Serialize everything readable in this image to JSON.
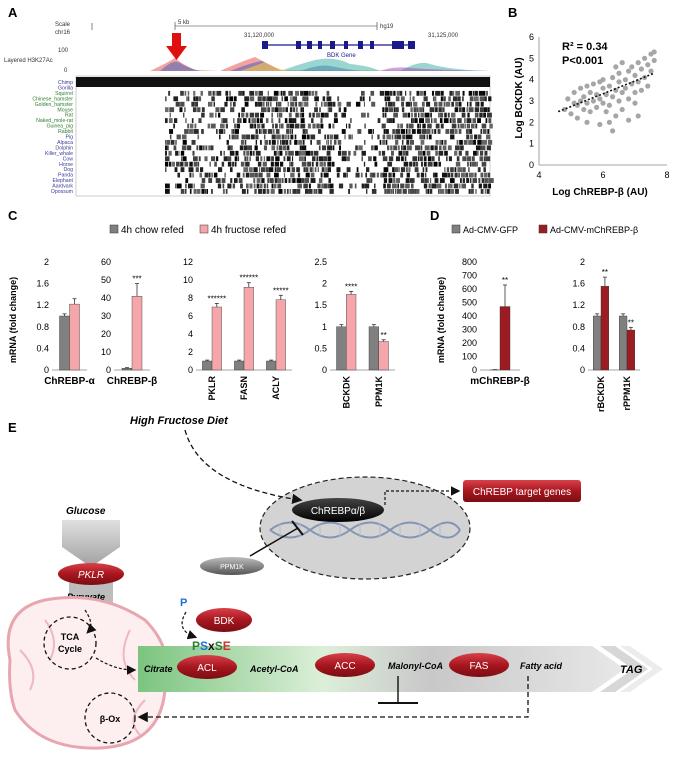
{
  "panel_labels": {
    "a": "A",
    "b": "B",
    "c": "C",
    "d": "D",
    "e": "E"
  },
  "panel_a": {
    "scale_label": "Scale",
    "chrom_label": "chr16",
    "scale_bar": "5 kb",
    "assembly": "hg19",
    "coord1": "31,120,000",
    "coord2": "31,125,000",
    "gene": "BDK Gene",
    "layered_label": "Layered H3K27Ac",
    "y_top": "100",
    "y_zero": "0",
    "species": [
      "Chimp",
      "Gorilla",
      "Squirrel",
      "Chinese_hamster",
      "Golden_hamster",
      "Mouse",
      "Rat",
      "Naked_mole-rat",
      "Guinea_pig",
      "Rabbit",
      "Pig",
      "Alpaca",
      "Dolphin",
      "Killer_whale",
      "Cow",
      "Horse",
      "Dog",
      "Panda",
      "Elephant",
      "Aardvark",
      "Opossum"
    ],
    "species_colors": [
      "#3a3a9a",
      "#3a3a9a",
      "#2e7d32",
      "#2e7d32",
      "#2e7d32",
      "#2e7d32",
      "#2e7d32",
      "#2e7d32",
      "#2e7d32",
      "#2e7d32",
      "#3a3a9a",
      "#3a3a9a",
      "#3a3a9a",
      "#3a3a9a",
      "#3a3a9a",
      "#3a3a9a",
      "#3a3a9a",
      "#3a3a9a",
      "#3a3a9a",
      "#3a3a9a",
      "#3a3a9a"
    ]
  },
  "chart_data": [
    {
      "id": "b",
      "type": "scatter",
      "annotation_r2": "R² = 0.34",
      "annotation_p": "P<0.001",
      "xlabel": "Log ChREBP-β (AU)",
      "ylabel": "Log BCKDK (AU)",
      "xlim": [
        4,
        8
      ],
      "ylim": [
        0,
        6
      ],
      "xticks": [
        "4",
        "6",
        "8"
      ],
      "yticks": [
        "0",
        "1",
        "2",
        "3",
        "4",
        "5",
        "6"
      ],
      "trend": [
        [
          4.6,
          2.5
        ],
        [
          7.6,
          4.3
        ]
      ],
      "points": [
        [
          4.8,
          2.6
        ],
        [
          4.9,
          3.1
        ],
        [
          5.0,
          2.4
        ],
        [
          5.1,
          2.9
        ],
        [
          5.1,
          3.4
        ],
        [
          5.2,
          2.2
        ],
        [
          5.2,
          2.8
        ],
        [
          5.3,
          3.0
        ],
        [
          5.3,
          3.6
        ],
        [
          5.4,
          2.6
        ],
        [
          5.4,
          3.2
        ],
        [
          5.5,
          2.0
        ],
        [
          5.5,
          2.9
        ],
        [
          5.6,
          3.4
        ],
        [
          5.6,
          2.5
        ],
        [
          5.7,
          3.0
        ],
        [
          5.7,
          3.8
        ],
        [
          5.8,
          2.7
        ],
        [
          5.8,
          3.3
        ],
        [
          5.9,
          1.9
        ],
        [
          5.9,
          3.1
        ],
        [
          6.0,
          2.9
        ],
        [
          6.0,
          3.6
        ],
        [
          6.0,
          4.0
        ],
        [
          6.1,
          2.5
        ],
        [
          6.1,
          3.3
        ],
        [
          6.2,
          3.7
        ],
        [
          6.2,
          2.8
        ],
        [
          6.3,
          4.1
        ],
        [
          6.3,
          3.2
        ],
        [
          6.3,
          1.6
        ],
        [
          6.4,
          3.5
        ],
        [
          6.4,
          2.3
        ],
        [
          6.5,
          3.9
        ],
        [
          6.5,
          3.0
        ],
        [
          6.5,
          4.3
        ],
        [
          6.6,
          3.4
        ],
        [
          6.6,
          2.6
        ],
        [
          6.7,
          4.0
        ],
        [
          6.7,
          3.6
        ],
        [
          6.8,
          4.4
        ],
        [
          6.8,
          3.1
        ],
        [
          6.8,
          2.1
        ],
        [
          6.9,
          3.8
        ],
        [
          6.9,
          4.6
        ],
        [
          7.0,
          3.4
        ],
        [
          7.0,
          4.2
        ],
        [
          7.0,
          2.9
        ],
        [
          7.1,
          4.8
        ],
        [
          7.1,
          3.9
        ],
        [
          7.2,
          4.5
        ],
        [
          7.2,
          3.5
        ],
        [
          7.3,
          5.0
        ],
        [
          7.3,
          4.1
        ],
        [
          7.4,
          4.7
        ],
        [
          7.4,
          3.7
        ],
        [
          7.5,
          5.2
        ],
        [
          7.5,
          4.4
        ],
        [
          7.6,
          4.9
        ],
        [
          7.6,
          5.3
        ],
        [
          5.9,
          3.9
        ],
        [
          6.4,
          4.6
        ],
        [
          6.6,
          4.8
        ],
        [
          7.1,
          2.3
        ],
        [
          5.5,
          3.7
        ],
        [
          6.2,
          2.0
        ]
      ]
    },
    {
      "id": "c",
      "type": "bar",
      "legend": [
        {
          "name": "4h chow refed",
          "color": "#808080"
        },
        {
          "name": "4h fructose refed",
          "color": "#f4a6ab"
        }
      ],
      "ylabel": "mRNA (fold change)",
      "groups": [
        {
          "ymax": 2,
          "yticks": [
            "0",
            "0.4",
            "0.8",
            "1.2",
            "1.6",
            "2"
          ],
          "categories": [
            "ChREBP-α"
          ],
          "chow": [
            1.0
          ],
          "fructose": [
            1.22
          ],
          "chow_err": [
            0.04
          ],
          "fructose_err": [
            0.1
          ],
          "stars": [
            ""
          ]
        },
        {
          "ymax": 60,
          "yticks": [
            "0",
            "10",
            "20",
            "30",
            "40",
            "50",
            "60"
          ],
          "categories": [
            "ChREBP-β"
          ],
          "chow": [
            1.0
          ],
          "fructose": [
            41
          ],
          "chow_err": [
            0.3
          ],
          "fructose_err": [
            7
          ],
          "stars": [
            "***"
          ]
        },
        {
          "ymax": 12,
          "yticks": [
            "0",
            "2",
            "4",
            "6",
            "8",
            "10",
            "12"
          ],
          "categories": [
            "PKLR",
            "FASN",
            "ACLY"
          ],
          "chow": [
            1.0,
            1.0,
            1.0
          ],
          "fructose": [
            7.0,
            9.2,
            7.8
          ],
          "chow_err": [
            0.1,
            0.1,
            0.1
          ],
          "fructose_err": [
            0.4,
            0.5,
            0.5
          ],
          "stars": [
            "******",
            "******",
            "*****"
          ]
        },
        {
          "ymax": 2.5,
          "yticks": [
            "0",
            "0.5",
            "1",
            "1.5",
            "2",
            "2.5"
          ],
          "categories": [
            "BCKDK",
            "PPM1K"
          ],
          "chow": [
            1.0,
            1.0
          ],
          "fructose": [
            1.75,
            0.66
          ],
          "chow_err": [
            0.05,
            0.05
          ],
          "fructose_err": [
            0.07,
            0.04
          ],
          "stars": [
            "****",
            "**"
          ]
        }
      ]
    },
    {
      "id": "d",
      "type": "bar",
      "legend": [
        {
          "name": "Ad-CMV-GFP",
          "color": "#808080"
        },
        {
          "name": "Ad-CMV-mChREBP-β",
          "color": "#9b1c22"
        }
      ],
      "ylabel": "mRNA (fold change)",
      "groups": [
        {
          "ymax": 800,
          "yticks": [
            "0",
            "100",
            "200",
            "300",
            "400",
            "500",
            "600",
            "700",
            "800"
          ],
          "categories": [
            "mChREBP-β"
          ],
          "gfp": [
            1
          ],
          "chrebp": [
            470
          ],
          "gfp_err": [
            2
          ],
          "chrebp_err": [
            160
          ],
          "stars": [
            "**"
          ]
        },
        {
          "ymax": 2,
          "yticks": [
            "0",
            "0.4",
            "0.8",
            "1.2",
            "1.6",
            "2"
          ],
          "categories": [
            "rBCKDK",
            "rPPM1K"
          ],
          "gfp": [
            1.0,
            1.0
          ],
          "chrebp": [
            1.55,
            0.74
          ],
          "gfp_err": [
            0.04,
            0.04
          ],
          "chrebp_err": [
            0.17,
            0.05
          ],
          "stars": [
            "**",
            "**"
          ]
        }
      ]
    }
  ],
  "panel_e": {
    "diet": "High Fructose Diet",
    "glucose": "Glucose",
    "pklr": "PKLR",
    "pyruvate": "Pyruvate",
    "tca": "TCA\nCycle",
    "tca_line1": "TCA",
    "tca_line2": "Cycle",
    "beta_ox": "β-Ox",
    "chrebp": "ChREBPα/β",
    "target": "ChREBP target genes",
    "ppm1k": "PPM1K",
    "p": "P",
    "bdk": "BDK",
    "psxse_p": "P",
    "psxse_s": "S",
    "psxse_x": "x",
    "psxse_s2": "S",
    "psxse_e": "E",
    "citrate": "Citrate",
    "acl": "ACL",
    "acetyl": "Acetyl-CoA",
    "acc": "ACC",
    "malonyl": "Malonyl-CoA",
    "fas": "FAS",
    "fatty": "Fatty acid",
    "tag": "TAG"
  }
}
